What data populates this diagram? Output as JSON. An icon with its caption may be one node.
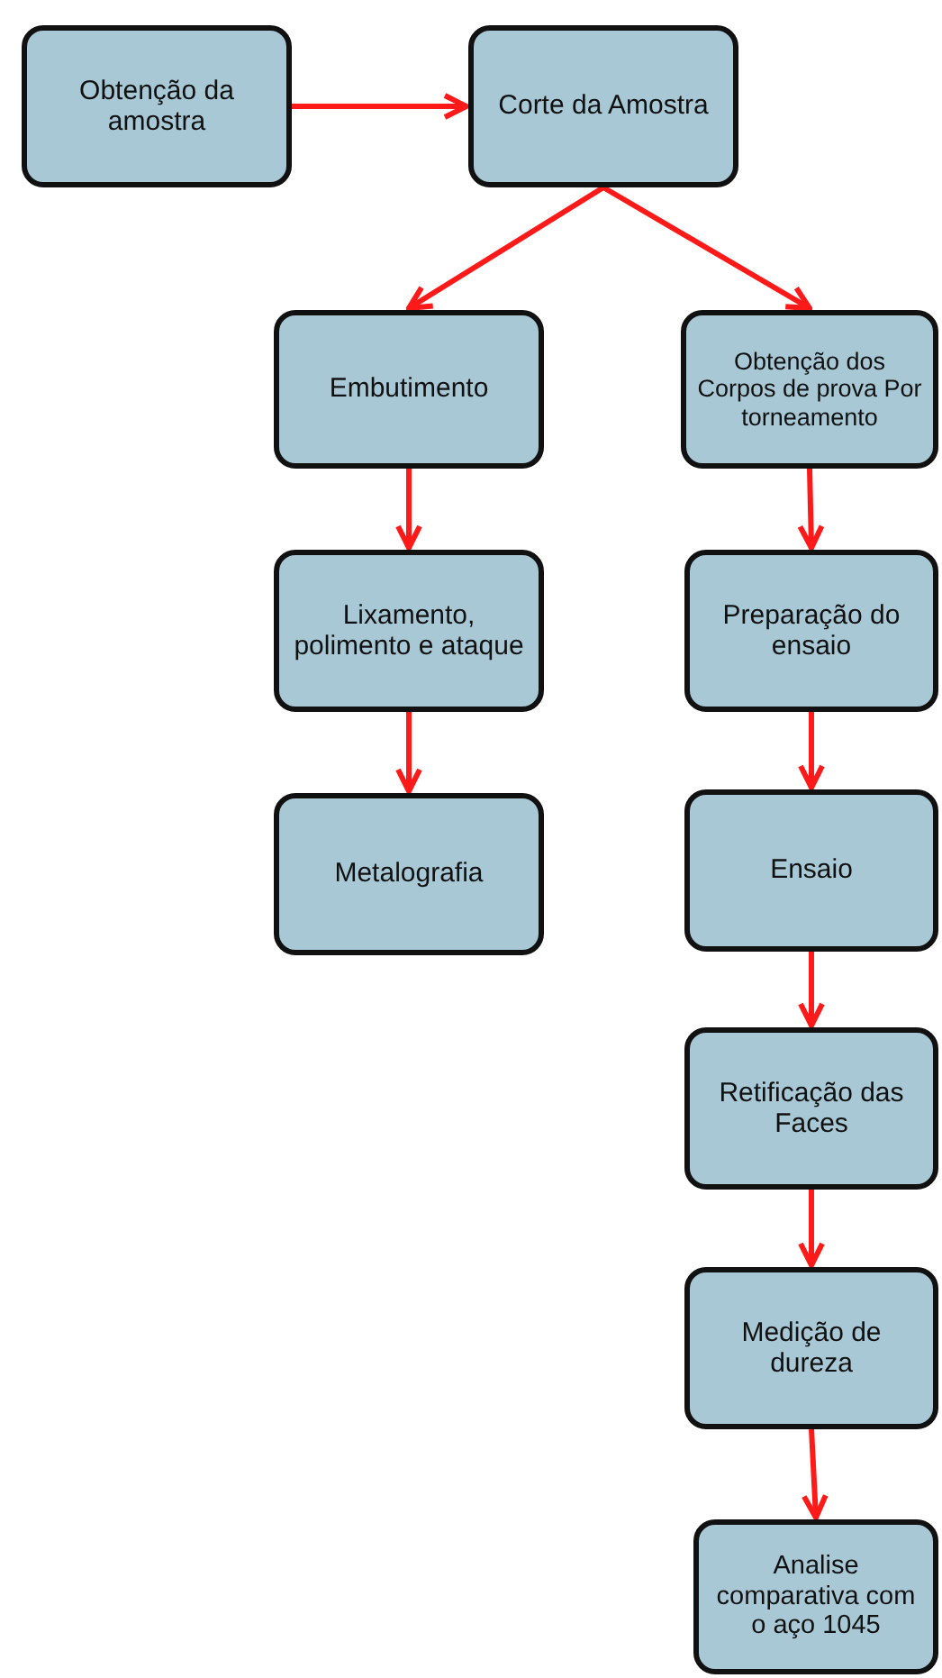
{
  "diagram": {
    "nodes": [
      {
        "text": [
          "Obtenção da amostra"
        ]
      },
      {
        "text": [
          "Corte da Amostra"
        ]
      },
      {
        "text": [
          "Embutimento"
        ]
      },
      {
        "text": [
          "Obtenção dos Corpos de prova Por torneamento"
        ]
      },
      {
        "text": [
          "Lixamento, polimento e ataque"
        ]
      },
      {
        "text": [
          "Metalografia"
        ]
      },
      {
        "text": [
          "Preparação do ensaio"
        ]
      },
      {
        "text": [
          "Ensaio"
        ]
      },
      {
        "text": [
          "Retificação das Faces"
        ]
      },
      {
        "text": [
          "Medição de dureza"
        ]
      },
      {
        "text": [
          "Analise comparativa com o aço 1045"
        ]
      }
    ],
    "edges": [
      {
        "from": 0,
        "to": 1,
        "arrow": "to"
      },
      {
        "from": 1,
        "to": 2,
        "arrow": "to"
      },
      {
        "from": 1,
        "to": 3,
        "arrow": "to"
      },
      {
        "from": 2,
        "to": 4,
        "arrow": "to"
      },
      {
        "from": 4,
        "to": 5,
        "arrow": "to"
      },
      {
        "from": 3,
        "to": 6,
        "arrow": "to"
      },
      {
        "from": 6,
        "to": 7,
        "arrow": "to"
      },
      {
        "from": 7,
        "to": 8,
        "arrow": "to"
      },
      {
        "from": 8,
        "to": 9,
        "arrow": "to"
      },
      {
        "from": 9,
        "to": 10,
        "arrow": "to"
      }
    ]
  }
}
